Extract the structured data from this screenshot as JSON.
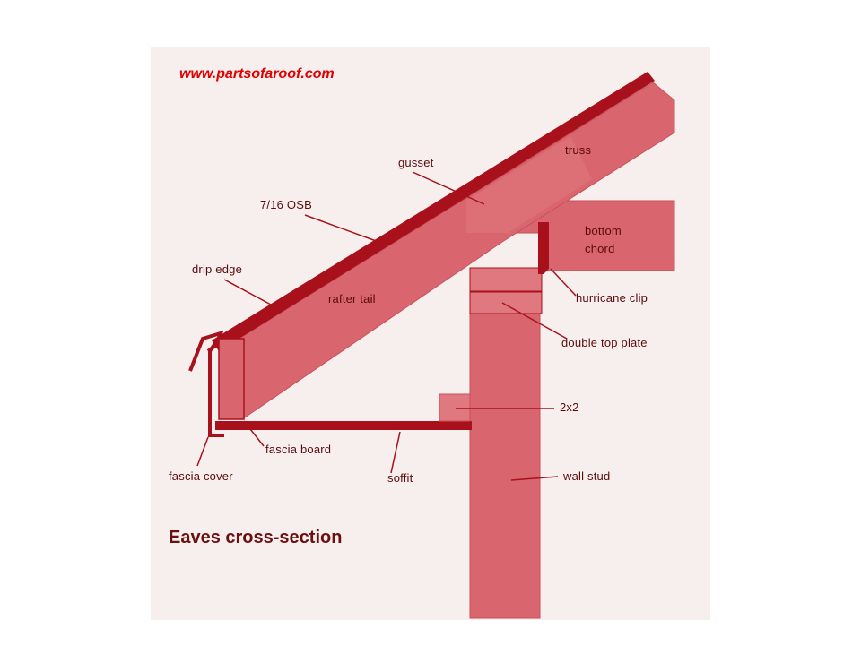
{
  "url": "www.partsofaroof.com",
  "caption": "Eaves cross-section",
  "labels": {
    "truss": "truss",
    "gusset": "gusset",
    "osb": "7/16 OSB",
    "bottom_chord": "bottom\nchord",
    "drip_edge": "drip edge",
    "rafter_tail": "rafter tail",
    "hurricane_clip": "hurricane clip",
    "double_top_plate": "double top plate",
    "twobytwo": "2x2",
    "fascia_board": "fascia board",
    "fascia_cover": "fascia cover",
    "soffit": "soffit",
    "wall_stud": "wall stud"
  },
  "colors": {
    "fill": "#d9666e",
    "fill_light": "#e58a8f",
    "dark": "#a8111c",
    "text": "#5a0a0a",
    "url": "#e00000"
  }
}
